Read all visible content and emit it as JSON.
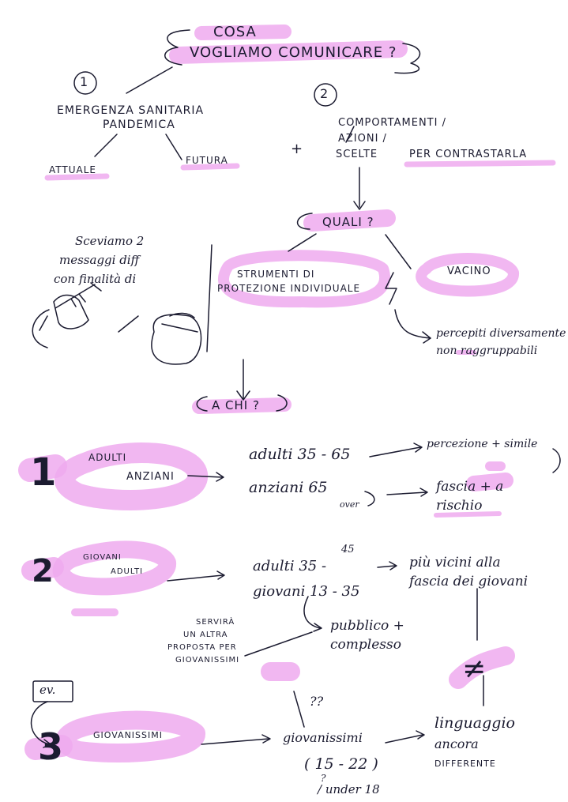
{
  "colors": {
    "highlight": "#e9a9ec",
    "ink": "#1b1b30"
  },
  "title": {
    "line1": "COSA",
    "line2": "VOGLIAMO COMUNICARE ?"
  },
  "section1": {
    "number": "1",
    "label_line1": "EMERGENZA SANITARIA",
    "label_line2": "PANDEMICA",
    "branch_left": "ATTUALE",
    "branch_right": "FUTURA"
  },
  "plus_sign": "+",
  "section2": {
    "number": "2",
    "line1": "COMPORTAMENTI /",
    "line2": "AZIONI /",
    "line3": "SCELTE",
    "line3b": "PER CONTRASTARLA"
  },
  "which": {
    "label": "QUALI ?"
  },
  "tools": {
    "line1": "STRUMENTI DI",
    "line2": "PROTEZIONE INDIVIDUALE"
  },
  "vaccine": {
    "label": "VACINO"
  },
  "perception": {
    "line1": "percepiti diversamente",
    "line2": "non raggruppabili"
  },
  "note_messages": {
    "line1": "Sceviamo 2",
    "line2": "messaggi diff",
    "line3": "con finalità di"
  },
  "to_whom": {
    "label": "A CHI ?"
  },
  "group1": {
    "number": "1",
    "line1": "ADULTI",
    "line2": "ANZIANI",
    "detail1": "adulti 35 - 65",
    "detail2": "anziani 65",
    "detail2b": "over",
    "result1": "percezione + simile",
    "result2_line1": "fascia + a",
    "result2_line2": "rischio"
  },
  "group2": {
    "number": "2",
    "line1": "GIOVANI",
    "line2": "ADULTI",
    "detail1": "adulti 35 -",
    "detail1_corr": "45",
    "detail2": "giovani 13 - 35",
    "result1_line1": "più vicini alla",
    "result1_line2": "fascia dei giovani",
    "audience_line1": "pubblico +",
    "audience_line2": "complesso",
    "not_equal": "≠"
  },
  "proposal_note": {
    "line1": "SERVIRÀ",
    "line2": "UN ALTRA",
    "line3": "PROPOSTA PER",
    "line4": "GIOVANISSIMI"
  },
  "ev_box": "ev.",
  "group3": {
    "number": "3",
    "label": "GIOVANISSIMI",
    "qmarks": "??",
    "detail1": "giovanissimi",
    "detail2": "( 15 - 22 )",
    "detail2_q": "?",
    "detail3": "/ under 18",
    "result_line1": "linguaggio",
    "result_line2": "ancora",
    "result_line3": "DIFFERENTE"
  }
}
